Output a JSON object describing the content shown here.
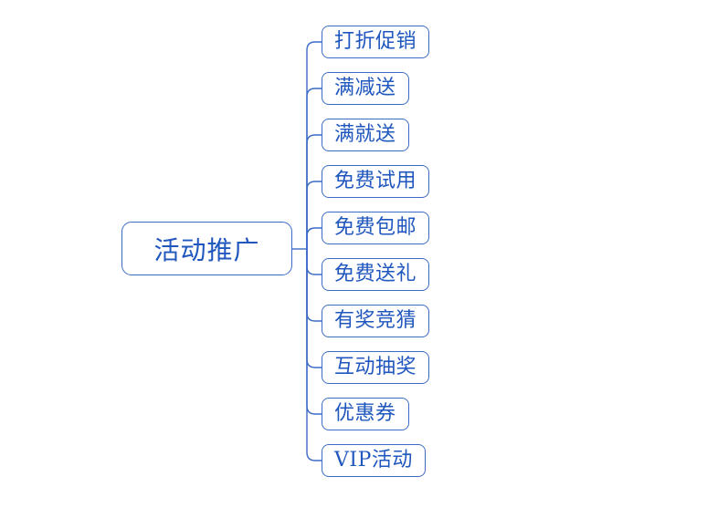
{
  "diagram": {
    "type": "mindmap",
    "root": {
      "label": "活动推广"
    },
    "children": [
      {
        "label": "打折促销"
      },
      {
        "label": "满减送"
      },
      {
        "label": "满就送"
      },
      {
        "label": "免费试用"
      },
      {
        "label": "免费包邮"
      },
      {
        "label": "免费送礼"
      },
      {
        "label": "有奖竞猜"
      },
      {
        "label": "互动抽奖"
      },
      {
        "label": "优惠券"
      },
      {
        "label": "VIP活动"
      }
    ],
    "colors": {
      "line": "#3c6bc5",
      "border": "#3c6bc5",
      "text": "#2057be",
      "background": "#ffffff"
    }
  }
}
